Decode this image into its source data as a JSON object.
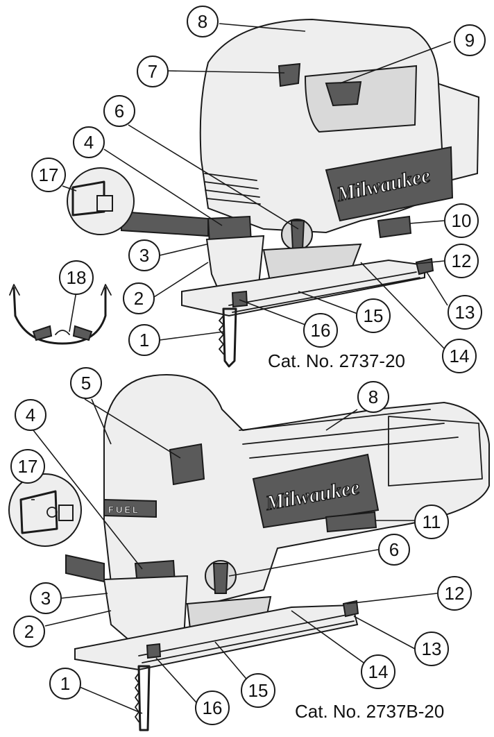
{
  "top_tool": {
    "model_label": "Cat. No. 2737-20",
    "brand": "Milwaukee",
    "callouts": [
      "1",
      "2",
      "3",
      "4",
      "6",
      "7",
      "8",
      "9",
      "10",
      "12",
      "13",
      "14",
      "15",
      "16",
      "17",
      "18"
    ]
  },
  "bottom_tool": {
    "model_label": "Cat. No. 2737B-20",
    "brand": "Milwaukee",
    "badge": "FUEL",
    "callouts": [
      "1",
      "2",
      "3",
      "4",
      "5",
      "6",
      "8",
      "11",
      "12",
      "13",
      "14",
      "15",
      "16",
      "17"
    ]
  }
}
